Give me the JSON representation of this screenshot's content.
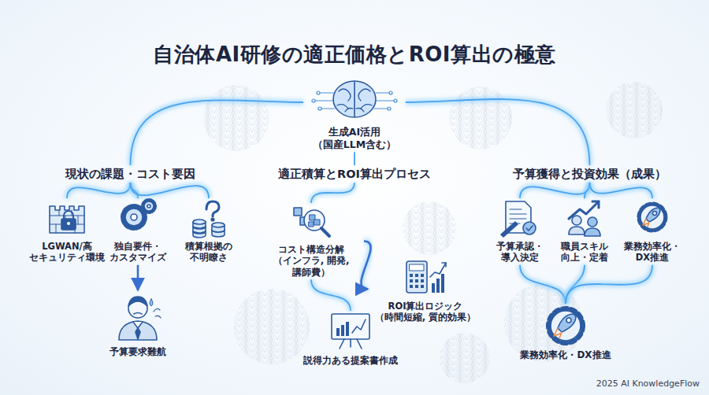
{
  "diagram": {
    "title": "自治体AI研修の適正価格とROI算出の極意",
    "nodes": [
      {
        "text": [
          "生成AI活用 （国産LLM含む）"
        ]
      },
      {
        "text": [
          "現状の課題・コスト要因"
        ]
      },
      {
        "text": [
          "適正積算とROI算出プロセス"
        ]
      },
      {
        "text": [
          "予算獲得と投資効果（成果）"
        ]
      },
      {
        "text": [
          "LGWAN/高 セキュリティ環境"
        ]
      },
      {
        "text": [
          "独自要件・ カスタマイズ"
        ]
      },
      {
        "text": [
          "積算根拠の 不明瞭さ"
        ]
      },
      {
        "text": [
          "予算要求難航"
        ]
      },
      {
        "text": [
          "コスト構造分解 （インフラ, 開発, 講師費）"
        ]
      },
      {
        "text": [
          "ROI算出ロジック （時間短縮, 質的効果）"
        ]
      },
      {
        "text": [
          "説得力ある提案書作成"
        ]
      },
      {
        "text": [
          "予算承認・ 導入決定"
        ]
      },
      {
        "text": [
          "職員スキル 向上・定着"
        ]
      },
      {
        "text": [
          "業務効率化・ DX推進"
        ]
      },
      {
        "text": [
          "業務効率化・DX推進"
        ]
      }
    ],
    "edges": [
      {
        "from": 0,
        "to": 1,
        "arrow": "none"
      },
      {
        "from": 0,
        "to": 2,
        "arrow": "none"
      },
      {
        "from": 0,
        "to": 3,
        "arrow": "none"
      },
      {
        "from": 1,
        "to": 4,
        "arrow": "none"
      },
      {
        "from": 1,
        "to": 5,
        "arrow": "none"
      },
      {
        "from": 1,
        "to": 6,
        "arrow": "none"
      },
      {
        "from": 5,
        "to": 7,
        "arrow": "to"
      },
      {
        "from": 2,
        "to": 8,
        "arrow": "none"
      },
      {
        "from": 8,
        "to": 9,
        "arrow": "to"
      },
      {
        "from": 8,
        "to": 10,
        "arrow": "none"
      },
      {
        "from": 3,
        "to": 11,
        "arrow": "none"
      },
      {
        "from": 3,
        "to": 12,
        "arrow": "none"
      },
      {
        "from": 3,
        "to": 13,
        "arrow": "none"
      },
      {
        "from": 11,
        "to": 14,
        "arrow": "none"
      },
      {
        "from": 12,
        "to": 14,
        "arrow": "none"
      },
      {
        "from": 13,
        "to": 14,
        "arrow": "none"
      }
    ],
    "labels": [
      "2025 AI KnowledgeFlow"
    ]
  }
}
